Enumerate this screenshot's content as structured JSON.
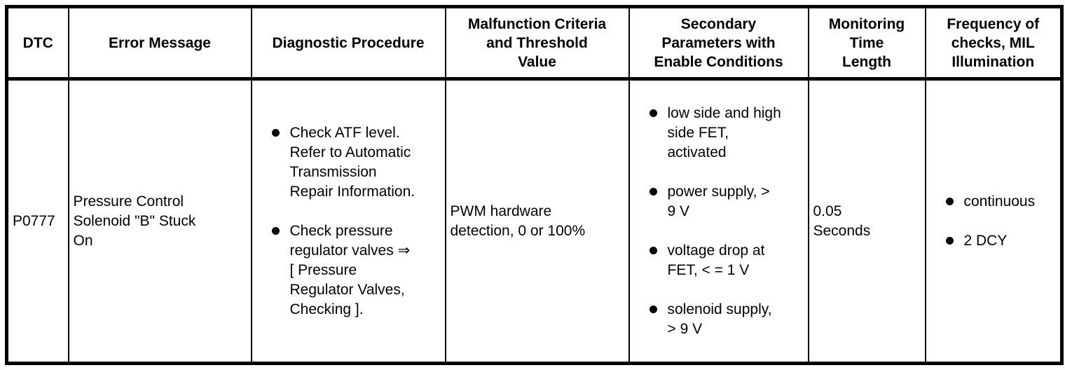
{
  "table": {
    "headers": {
      "dtc": "DTC",
      "error_message": "Error Message",
      "diagnostic_procedure": "Diagnostic Procedure",
      "malfunction_criteria": "Malfunction Criteria\nand Threshold\nValue",
      "secondary_parameters": "Secondary\nParameters with\nEnable Conditions",
      "monitoring_time": "Monitoring\nTime\nLength",
      "frequency": "Frequency of\nchecks, MIL\nIllumination"
    },
    "row": {
      "dtc": "P0777",
      "error_message": "Pressure Control\nSolenoid \"B\" Stuck\nOn",
      "diagnostic_procedure": [
        "Check ATF level.\nRefer to Automatic\nTransmission\nRepair Information.",
        "Check pressure\nregulator valves ⇒\n[ Pressure\nRegulator Valves,\nChecking ]."
      ],
      "malfunction_criteria": "PWM hardware\ndetection, 0 or 100%",
      "secondary_parameters": [
        "low side and high\nside FET,\nactivated",
        "power supply, >\n9 V",
        "voltage drop at\nFET, < = 1 V",
        "solenoid supply,\n> 9 V"
      ],
      "monitoring_time": "0.05\nSeconds",
      "frequency": [
        "continuous",
        "2 DCY"
      ]
    },
    "colors": {
      "border": "#000000",
      "text": "#000000",
      "background": "#ffffff"
    }
  }
}
